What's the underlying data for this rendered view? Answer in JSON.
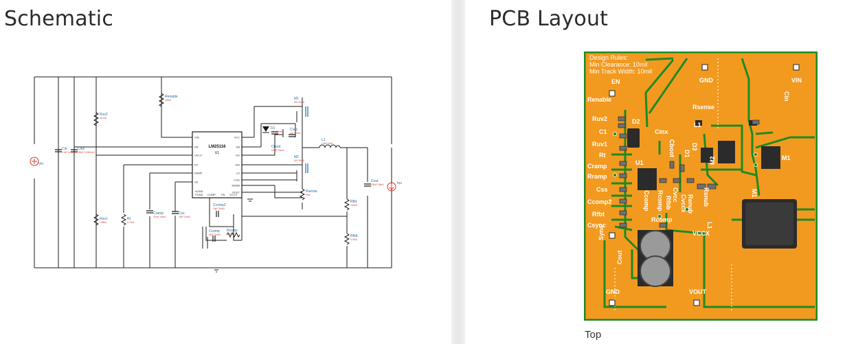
{
  "panels": {
    "schematic_title": "Schematic",
    "pcb_title": "PCB Layout",
    "pcb_view": "Top"
  },
  "schematic": {
    "ic": {
      "part": "LM25116",
      "ref": "U1",
      "left_pins": [
        "VIN",
        "EN",
        "UVLO",
        "RT",
        "RAMP",
        "SS"
      ],
      "right_pins": [
        "VCC",
        "HB",
        "HO",
        "SW",
        "LO",
        "CSG",
        "DEMB",
        "VOUT"
      ],
      "bottom_pins": [
        "AGND",
        "PGND",
        "COMP",
        "FB",
        "VCCX"
      ]
    },
    "components": [
      {
        "ref": "Vin",
        "value": ""
      },
      {
        "ref": "Cin",
        "value": "2.2uF 6.493mΩ"
      },
      {
        "ref": "Cinx",
        "value": "100nF 10.661mΩ"
      },
      {
        "ref": "Ruv2",
        "value": "28.7kΩ"
      },
      {
        "ref": "Renable",
        "value": "100kΩ"
      },
      {
        "ref": "Ruv1",
        "value": "1.98kΩ"
      },
      {
        "ref": "Rt",
        "value": "6.77kΩ"
      },
      {
        "ref": "Cramp",
        "value": "470pF 30mΩ"
      },
      {
        "ref": "Css",
        "value": "33nF 30mΩ"
      },
      {
        "ref": "Ccomp2",
        "value": "10pF 30mΩ"
      },
      {
        "ref": "Ccomp",
        "value": "82nF 30mΩ"
      },
      {
        "ref": "Rcomp",
        "value": "22kΩ"
      },
      {
        "ref": "D1",
        "value": "1.4V 800mΩ"
      },
      {
        "ref": "Cvcc",
        "value": "1uF 30mΩ"
      },
      {
        "ref": "Cboot",
        "value": "100nF 30mΩ"
      },
      {
        "ref": "M1",
        "value": "30V 30mΩ"
      },
      {
        "ref": "M2",
        "value": "30V 30mΩ"
      },
      {
        "ref": "L1",
        "value": "1.5uH 4mΩ"
      },
      {
        "ref": "Rsense",
        "value": "4mΩ"
      },
      {
        "ref": "Rfbt",
        "value": "16.9kΩ"
      },
      {
        "ref": "Rfbb",
        "value": "5.76kΩ"
      },
      {
        "ref": "Cout",
        "value": "100uF 18mΩ"
      },
      {
        "ref": "Iout",
        "value": ""
      }
    ]
  },
  "pcb": {
    "design_rules_title": "Design Rules:",
    "min_clearance": "Min Clearance: 10mil",
    "min_track_width": "Min Track Width: 10mil",
    "labels": {
      "en": "EN",
      "gnd_top": "GND",
      "vin": "VIN",
      "cin": "Cin",
      "renable": "Renable",
      "rsense": "Rsense",
      "ruv2": "Ruv2",
      "d2": "D2",
      "c1": "C1",
      "cinx": "Cinx",
      "l1": "L1",
      "ruv1": "Ruv1",
      "cboot": "Cboot",
      "d1": "D1",
      "d3": "D3",
      "rt": "Rt",
      "u1": "U1",
      "m2": "M2",
      "m1": "M1",
      "cramp": "Cramp",
      "rramp": "Rramp",
      "css": "Css",
      "m1b": "M1",
      "ccomp2": "Ccomp2",
      "cvcc": "Cvcc",
      "ccomp": "Ccomp",
      "rcomp_v": "Rcomp",
      "rfbt": "Rfbt",
      "renub": "Renub",
      "rfbb": "Rfbb",
      "cvccx": "Cvccx",
      "rsnub": "Rsnub",
      "rcomp": "Rcomp",
      "csync": "Csync",
      "vccx": "VCCX",
      "sync": "Sync",
      "cout": "Cout",
      "gnd_bottom": "GND",
      "vout": "VOUT",
      "l1_edge": "L1"
    }
  },
  "colors": {
    "pcb_copper": "#f29a1f",
    "pcb_trace": "#1f8a22",
    "schematic_wire": "#1a1a1a",
    "schematic_label": "#1f6aa5",
    "schematic_value": "#d2392c"
  }
}
